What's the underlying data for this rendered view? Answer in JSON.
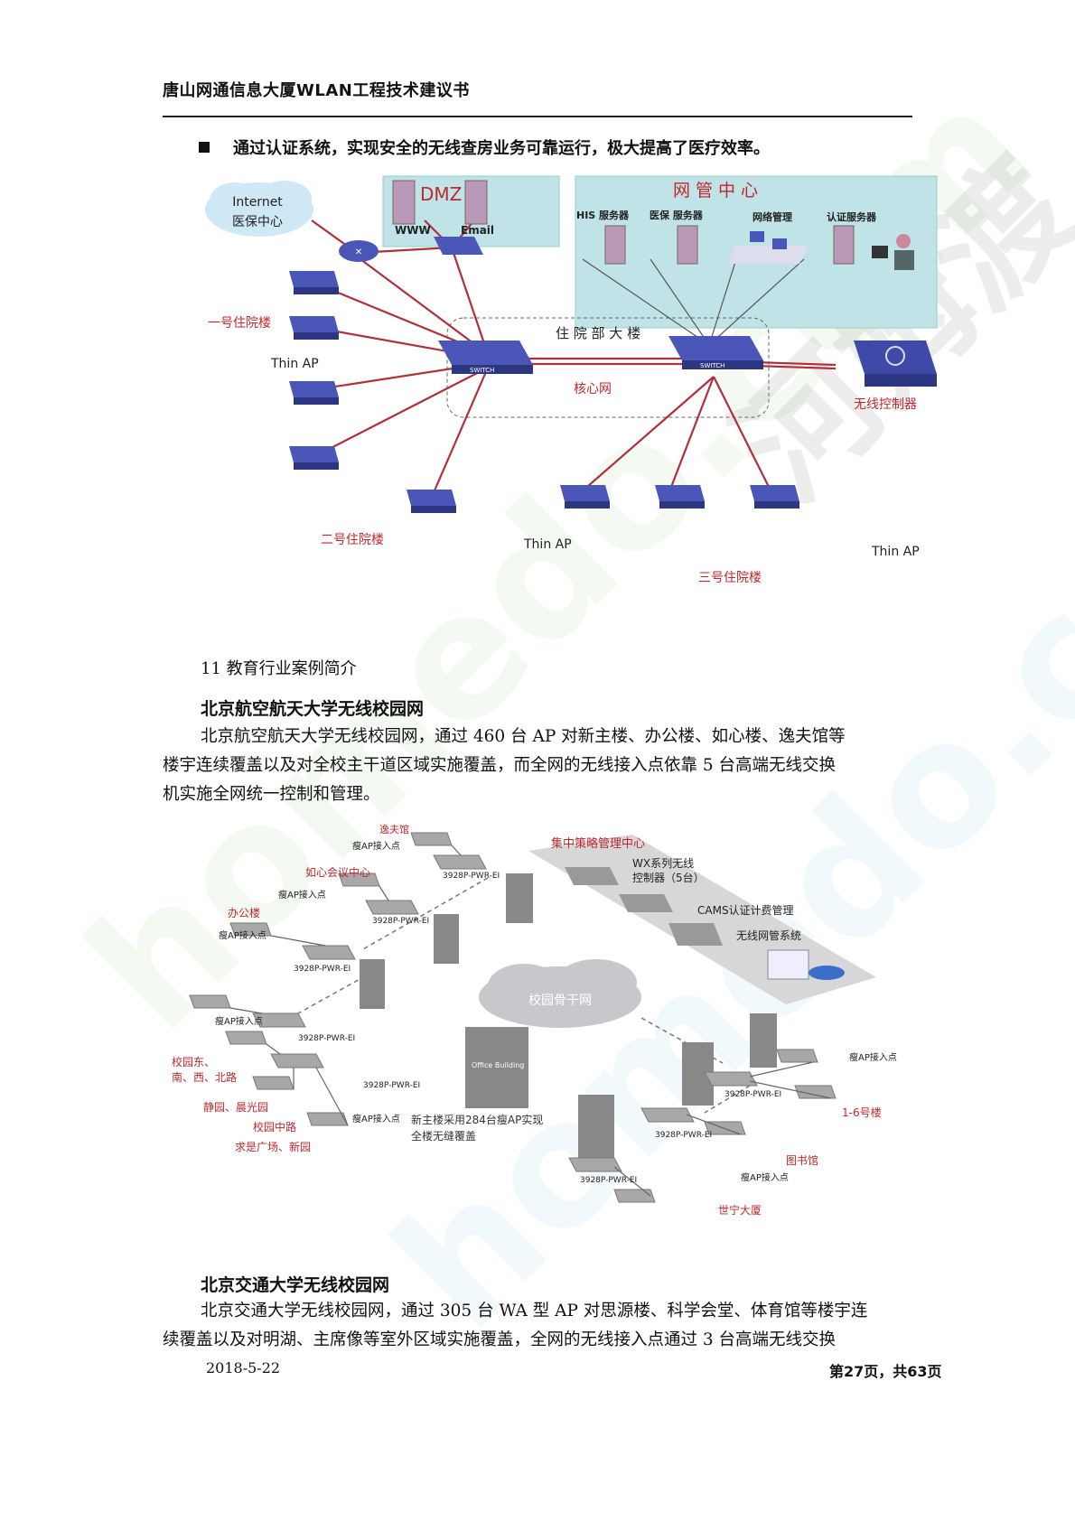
{
  "header": {
    "title": "唐山网通信息大厦WLAN工程技术建议书"
  },
  "bullet": {
    "text": "通过认证系统，实现安全的无线查房业务可靠运行，极大提高了医疗效率。"
  },
  "diagram1": {
    "cloud_line1": "Internet",
    "cloud_line2": "医保中心",
    "dmz_label": "DMZ",
    "www_label": "WWW",
    "email_label": "Email",
    "nms_title": "网管中心",
    "his_label": "HIS 服务器",
    "yibao_label": "医保 服务器",
    "netmgmt_label": "网络管理",
    "auth_label": "认证服务器",
    "building_label": "住 院 部 大 楼",
    "core_label": "核心网",
    "switch_label": "SWITCH",
    "bldg1_label": "一号住院楼",
    "bldg2_label": "二号住院楼",
    "bldg3_label": "三号住院楼",
    "thin_ap_label": "Thin AP",
    "controller_label": "无线控制器"
  },
  "section11": {
    "heading": "11 教育行业案例简介"
  },
  "case1": {
    "title": "北京航空航天大学无线校园网",
    "para_line1": "北京航空航天大学无线校园网，通过 460 台 AP 对新主楼、办公楼、如心楼、逸夫馆等",
    "para_line2": "楼宇连续覆盖以及对全校主干道区域实施覆盖，而全网的无线接入点依靠 5 台高端无线交换",
    "para_line3": "机实施全网统一控制和管理。"
  },
  "diagram2": {
    "yifu": "逸夫馆",
    "ap_access": "瘦AP接入点",
    "switch_model": "3928P-PWR-EI",
    "ruxin": "如心会议中心",
    "office": "办公楼",
    "mgmt_center": "集中策略管理中心",
    "wx_line1": "WX系列无线",
    "wx_line2": "控制器（5台）",
    "cams": "CAMS认证计费管理",
    "wnms": "无线网管系统",
    "backbone": "校园骨干网",
    "road_line1": "校园东、",
    "road_line2": "南、西、北路",
    "jingyuan": "静园、晨光园",
    "middle_road": "校园中路",
    "qiushi": "求是广场、新园",
    "office_building": "Office Building",
    "newmain_line1": "新主楼采用284台瘦AP实现",
    "newmain_line2": "全楼无缝覆盖",
    "b1_6": "1-6号楼",
    "library": "图书馆",
    "shining": "世宁大厦"
  },
  "case2": {
    "title": "北京交通大学无线校园网",
    "para_line1": "北京交通大学无线校园网，通过 305 台 WA 型 AP 对思源楼、科学会堂、体育馆等楼宇连",
    "para_line2": "续覆盖以及对明湖、主席像等室外区域实施覆盖，全网的无线接入点通过 3 台高端无线交换"
  },
  "footer": {
    "date": "2018-5-22",
    "page": "第27页，共63页"
  },
  "colors": {
    "accent_red": "#c0272d",
    "panel_teal": "#bfe3e6",
    "device_blue": "#4a56b8"
  }
}
